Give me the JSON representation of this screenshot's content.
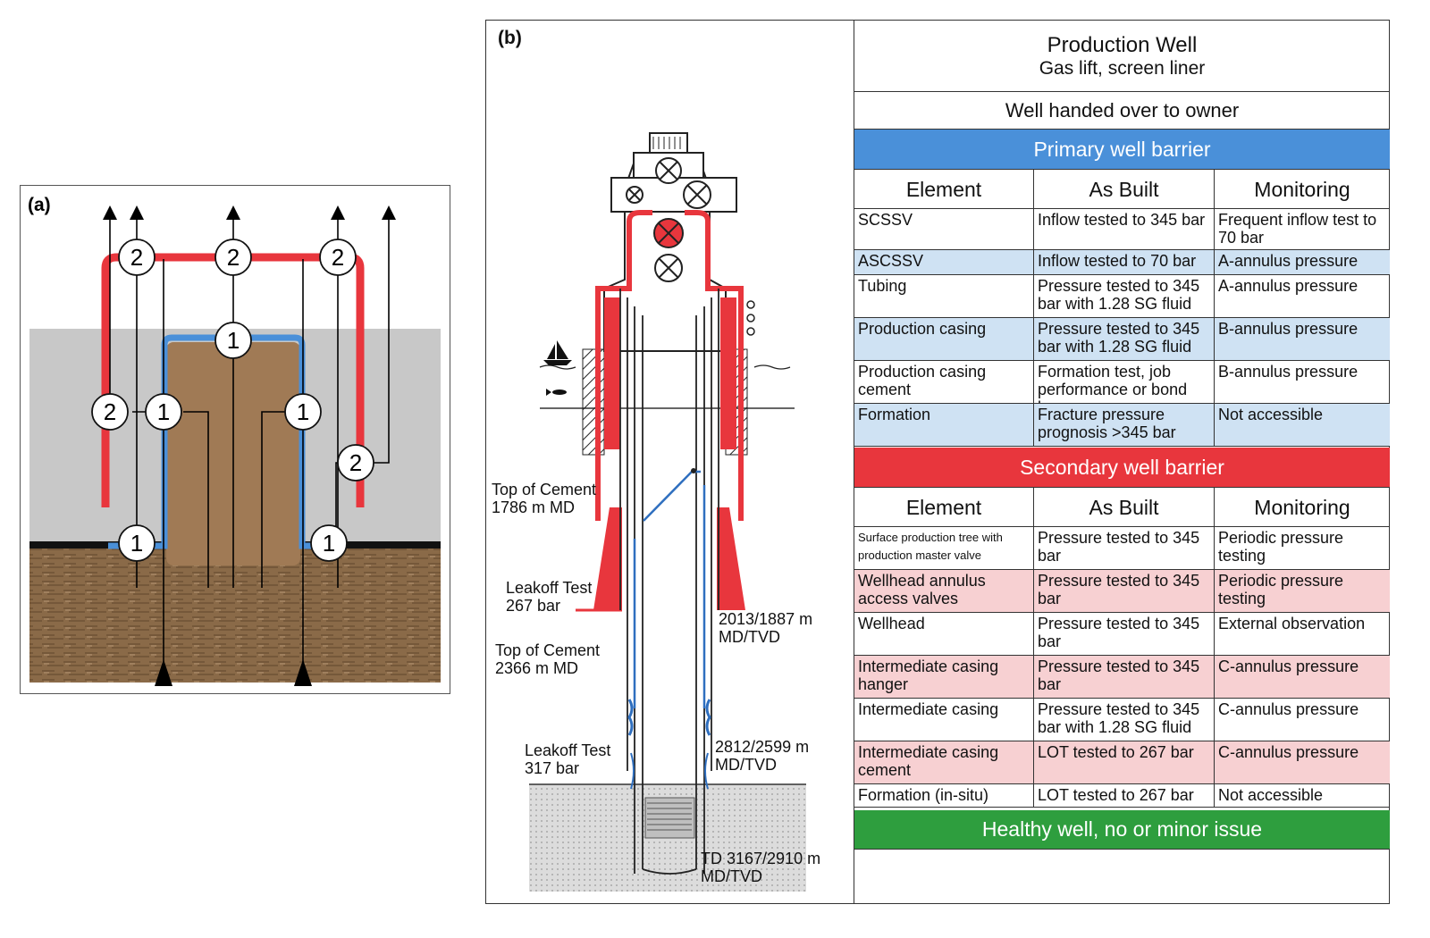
{
  "panel_a": {
    "label": "(a)",
    "primary_marker": "1",
    "secondary_marker": "2"
  },
  "panel_b": {
    "label": "(b)",
    "annotations": {
      "toc1": "Top of Cement\n1786 m MD",
      "lot1": "Leakoff Test\n267 bar",
      "toc2": "Top of Cement\n2366 m MD",
      "lot2": "Leakoff Test\n317 bar",
      "depth1": "2013/1887 m\nMD/TVD",
      "depth2": "2812/2599 m\nMD/TVD",
      "td": "TD 3167/2910 m\nMD/TVD"
    },
    "table": {
      "title": "Production Well",
      "subtitle": "Gas lift, screen liner",
      "status": "Well handed over to owner",
      "primary_header": "Primary well barrier",
      "secondary_header": "Secondary well barrier",
      "footer": "Healthy well, no or minor issue",
      "columns": [
        "Element",
        "As Built",
        "Monitoring"
      ],
      "primary_rows": [
        {
          "element": "SCSSV",
          "as_built": "Inflow tested to 345 bar",
          "monitoring": "Frequent inflow test to 70 bar"
        },
        {
          "element": "ASCSSV",
          "as_built": "Inflow tested to 70 bar",
          "monitoring": "A-annulus pressure"
        },
        {
          "element": "Tubing",
          "as_built": "Pressure tested to 345 bar with 1.28 SG fluid",
          "monitoring": "A-annulus pressure"
        },
        {
          "element": "Production casing",
          "as_built": "Pressure tested to 345 bar with 1.28 SG fluid",
          "monitoring": "B-annulus pressure"
        },
        {
          "element": "Production casing cement",
          "as_built": "Formation test, job performance or bond log",
          "monitoring": "B-annulus pressure"
        },
        {
          "element": "Formation",
          "as_built": "Fracture pressure prognosis >345 bar",
          "monitoring": "Not accessible"
        }
      ],
      "secondary_rows": [
        {
          "element": "Surface production tree with production master valve",
          "as_built": "Pressure tested to 345 bar",
          "monitoring": "Periodic pressure testing"
        },
        {
          "element": "Wellhead annulus access valves",
          "as_built": "Pressure tested to 345 bar",
          "monitoring": "Periodic pressure testing"
        },
        {
          "element": "Wellhead",
          "as_built": "Pressure tested to 345 bar",
          "monitoring": "External observation"
        },
        {
          "element": "Intermediate casing hanger",
          "as_built": "Pressure tested to 345 bar",
          "monitoring": "C-annulus pressure"
        },
        {
          "element": "Intermediate casing",
          "as_built": "Pressure tested to 345 bar with 1.28 SG fluid",
          "monitoring": "C-annulus pressure"
        },
        {
          "element": "Intermediate casing cement",
          "as_built": "LOT tested to 267 bar",
          "monitoring": "C-annulus pressure"
        },
        {
          "element": "Formation (in-situ)",
          "as_built": "LOT tested to 267 bar",
          "monitoring": "Not accessible"
        }
      ]
    }
  },
  "colors": {
    "primary_blue": "#4a90d9",
    "secondary_red": "#e8363d",
    "healthy_green": "#2e9e3e",
    "primary_row_tint": "#cfe2f3",
    "secondary_row_tint": "#f7d0d2"
  }
}
